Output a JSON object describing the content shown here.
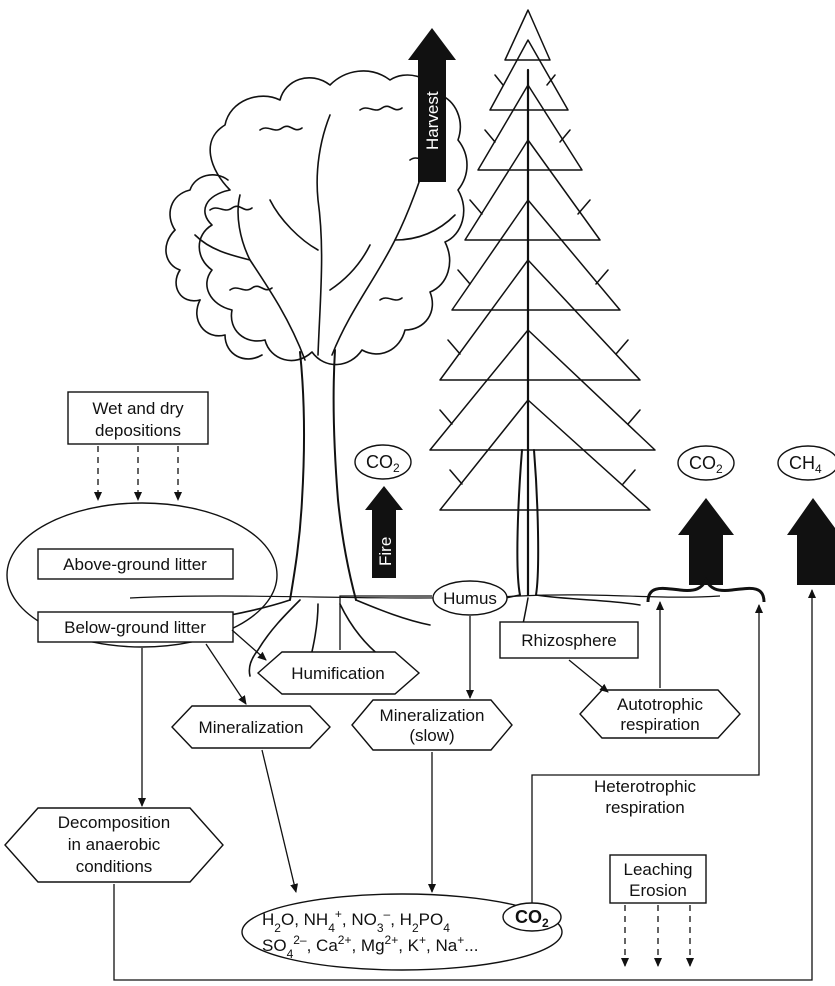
{
  "labels": {
    "harvest": "Harvest",
    "fire": "Fire",
    "co2_fire": "CO",
    "co2_fire_sub": "2",
    "co2_right": "CO",
    "co2_right_sub": "2",
    "ch4": "CH",
    "ch4_sub": "4",
    "wet_dry_line1": "Wet and dry",
    "wet_dry_line2": "depositions",
    "above_litter": "Above-ground litter",
    "below_litter": "Below-ground litter",
    "humus": "Humus",
    "humification": "Humification",
    "rhizosphere": "Rhizosphere",
    "autotrophic_line1": "Autotrophic",
    "autotrophic_line2": "respiration",
    "mineralization": "Mineralization",
    "mineralization_slow_line1": "Mineralization",
    "mineralization_slow_line2": "(slow)",
    "decomp_line1": "Decomposition",
    "decomp_line2": "in anaerobic",
    "decomp_line3": "conditions",
    "heterotrophic_line1": "Heterotrophic",
    "heterotrophic_line2": "respiration",
    "leaching_line1": "Leaching",
    "leaching_line2": "Erosion",
    "pool_co2": "CO",
    "pool_co2_sub": "2"
  },
  "nutrient_pool": {
    "line1": [
      {
        "t": "H"
      },
      {
        "sub": "2"
      },
      {
        "t": "O, NH"
      },
      {
        "sub": "4"
      },
      {
        "sup": "+"
      },
      {
        "t": ", NO"
      },
      {
        "sub": "3"
      },
      {
        "sup": "–"
      },
      {
        "t": ", H"
      },
      {
        "sub": "2"
      },
      {
        "t": "PO"
      },
      {
        "sub": "4"
      }
    ],
    "line2": [
      {
        "t": "SO"
      },
      {
        "sub": "4"
      },
      {
        "sup": "2–"
      },
      {
        "t": ", Ca"
      },
      {
        "sup": "2+"
      },
      {
        "t": ", Mg"
      },
      {
        "sup": "2+"
      },
      {
        "t": ", K"
      },
      {
        "sup": "+"
      },
      {
        "t": ", Na"
      },
      {
        "sup": "+"
      },
      {
        "t": "..."
      }
    ]
  }
}
